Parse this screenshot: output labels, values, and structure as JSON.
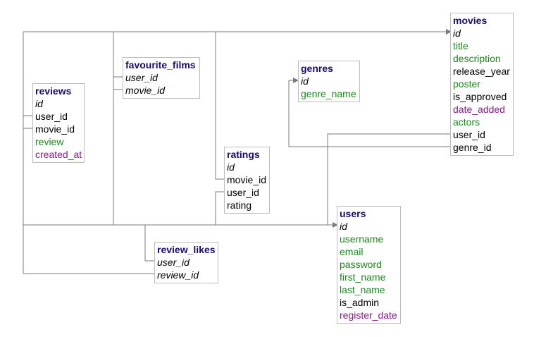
{
  "colors": {
    "title": "#1c0a6e",
    "plain": "#000000",
    "key": "#000000",
    "green": "#1a8a1a",
    "purple": "#8b1a8b",
    "border": "#bdbdbd",
    "line": "#7a7a7a"
  },
  "tables": [
    {
      "id": "movies",
      "name": "movies",
      "fields": [
        {
          "name": "id",
          "style": "key"
        },
        {
          "name": "title",
          "style": "green"
        },
        {
          "name": "description",
          "style": "green"
        },
        {
          "name": "release_year",
          "style": "plain"
        },
        {
          "name": "poster",
          "style": "green"
        },
        {
          "name": "is_approved",
          "style": "plain"
        },
        {
          "name": "date_added",
          "style": "purple"
        },
        {
          "name": "actors",
          "style": "green"
        },
        {
          "name": "user_id",
          "style": "plain"
        },
        {
          "name": "genre_id",
          "style": "plain"
        }
      ]
    },
    {
      "id": "favourite_films",
      "name": "favourite_films",
      "fields": [
        {
          "name": "user_id",
          "style": "key"
        },
        {
          "name": "movie_id",
          "style": "key"
        }
      ]
    },
    {
      "id": "genres",
      "name": "genres",
      "fields": [
        {
          "name": "id",
          "style": "key"
        },
        {
          "name": "genre_name",
          "style": "green"
        }
      ]
    },
    {
      "id": "reviews",
      "name": "reviews",
      "fields": [
        {
          "name": "id",
          "style": "key"
        },
        {
          "name": "user_id",
          "style": "plain"
        },
        {
          "name": "movie_id",
          "style": "plain"
        },
        {
          "name": "review",
          "style": "green"
        },
        {
          "name": "created_at",
          "style": "purple"
        }
      ]
    },
    {
      "id": "ratings",
      "name": "ratings",
      "fields": [
        {
          "name": "id",
          "style": "key"
        },
        {
          "name": "movie_id",
          "style": "plain"
        },
        {
          "name": "user_id",
          "style": "plain"
        },
        {
          "name": "rating",
          "style": "plain"
        }
      ]
    },
    {
      "id": "users",
      "name": "users",
      "fields": [
        {
          "name": "id",
          "style": "key"
        },
        {
          "name": "username",
          "style": "green"
        },
        {
          "name": "email",
          "style": "green"
        },
        {
          "name": "password",
          "style": "green"
        },
        {
          "name": "first_name",
          "style": "green"
        },
        {
          "name": "last_name",
          "style": "green"
        },
        {
          "name": "is_admin",
          "style": "plain"
        },
        {
          "name": "register_date",
          "style": "purple"
        }
      ]
    },
    {
      "id": "review_likes",
      "name": "review_likes",
      "fields": [
        {
          "name": "user_id",
          "style": "key"
        },
        {
          "name": "review_id",
          "style": "key"
        }
      ]
    }
  ]
}
